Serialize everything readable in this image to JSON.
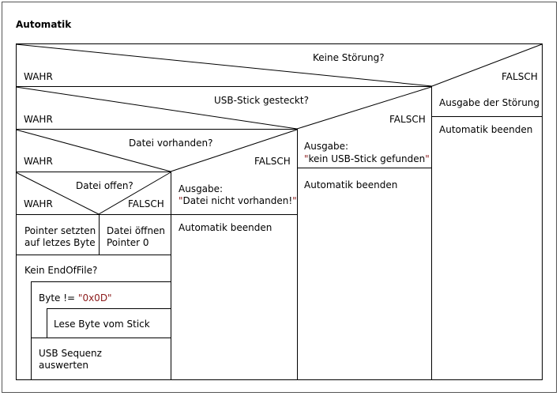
{
  "title": "Automatik",
  "nodes": {
    "q1": {
      "question": "Keine Störung?",
      "yes": "WAHR",
      "no": "FALSCH"
    },
    "q2": {
      "question": "USB-Stick gesteckt?",
      "yes": "WAHR",
      "no": "FALSCH"
    },
    "q3": {
      "question": "Datei vorhanden?",
      "yes": "WAHR",
      "no": "FALSCH"
    },
    "q4": {
      "question": "Datei offen?",
      "yes": "WAHR",
      "no": "FALSCH"
    },
    "err_output": "Ausgabe der Störung",
    "err_end": "Automatik beenden",
    "usb_output_label": "Ausgabe:",
    "usb_output_q1": "\"",
    "usb_output_text": "kein USB-Stick gefunden",
    "usb_output_q2": "\"",
    "usb_end": "Automatik beenden",
    "file_output_label": "Ausgabe:",
    "file_output_q1": "\"",
    "file_output_text": "Datei nicht vorhanden!",
    "file_output_q2": "\"",
    "file_end": "Automatik beenden",
    "pointer_set_1": "Pointer setzten",
    "pointer_set_2": "auf letzes Byte",
    "open_file_1": "Datei öffnen",
    "open_file_2": "Pointer 0",
    "loop_eof": "Kein EndOfFile?",
    "loop_byte_prefix": "Byte != ",
    "loop_byte_value": "\"0x0D\"",
    "read_byte": "Lese Byte vom Stick",
    "usb_seq_1": "USB Sequenz",
    "usb_seq_2": "auswerten"
  }
}
